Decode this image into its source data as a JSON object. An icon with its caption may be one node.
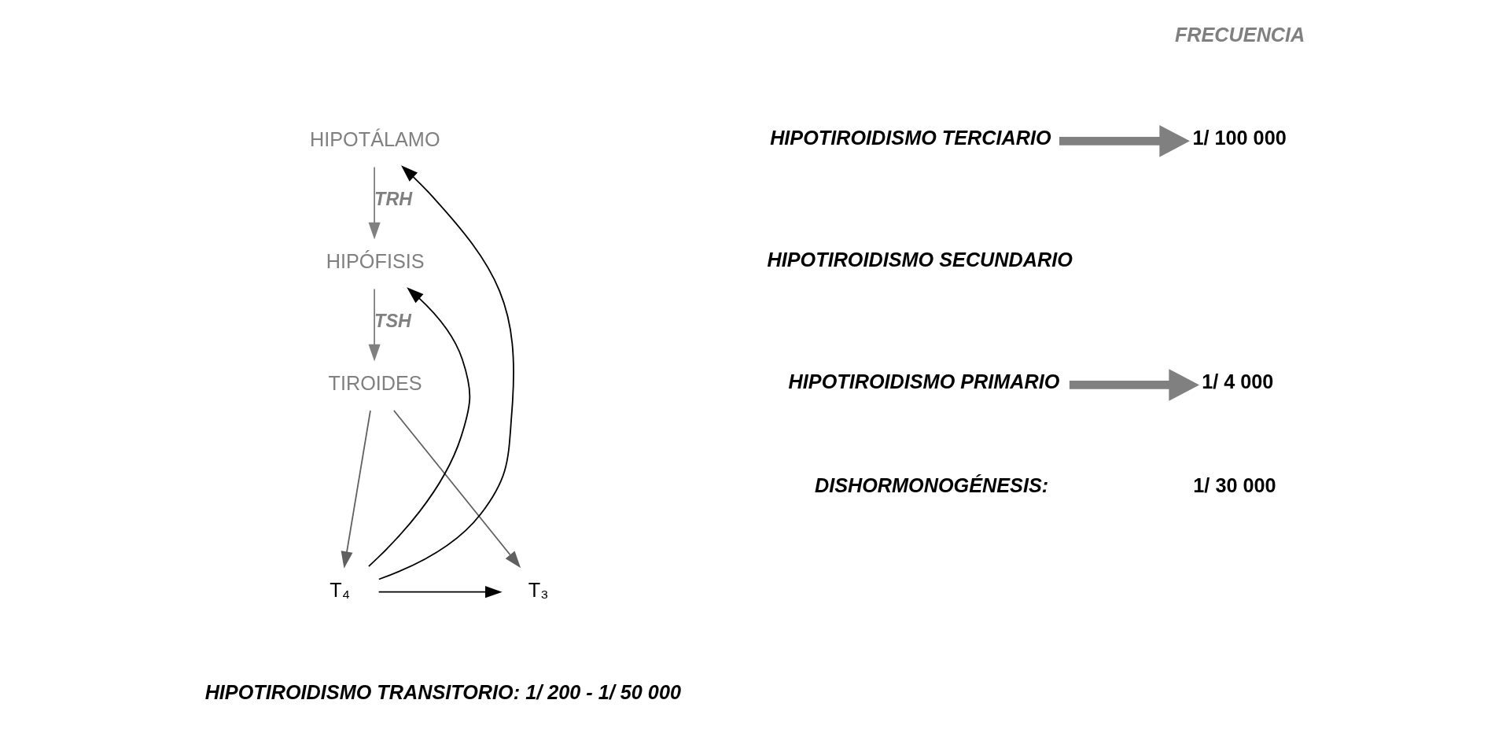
{
  "diagram": {
    "nodes": [
      {
        "text": [
          "HIPOTÁLAMO"
        ]
      },
      {
        "text": [
          "HIPÓFISIS"
        ]
      },
      {
        "text": [
          "TIROIDES"
        ]
      },
      {
        "text": [
          "T₄"
        ]
      },
      {
        "text": [
          "T₃"
        ]
      },
      {
        "text": [
          "HIPOTIROIDISMO TERCIARIO"
        ]
      },
      {
        "text": [
          "1/ 100 000"
        ]
      },
      {
        "text": [
          "HIPOTIROIDISMO PRIMARIO"
        ]
      },
      {
        "text": [
          "1/ 4 000"
        ]
      }
    ],
    "edges": [
      {
        "from": 0,
        "to": 1,
        "arrow": "to",
        "label": "TRH",
        "color": "#808080"
      },
      {
        "from": 1,
        "to": 2,
        "arrow": "to",
        "label": "TSH",
        "color": "#808080"
      },
      {
        "from": 2,
        "to": 3,
        "arrow": "to",
        "color": "#606060"
      },
      {
        "from": 2,
        "to": 4,
        "arrow": "to",
        "color": "#606060"
      },
      {
        "from": 3,
        "to": 4,
        "arrow": "to",
        "color": "#000000"
      },
      {
        "from": 3,
        "to": 0,
        "arrow": "to",
        "color": "#000000"
      },
      {
        "from": 3,
        "to": 1,
        "arrow": "to",
        "color": "#000000"
      },
      {
        "from": 5,
        "to": 6,
        "arrow": "to",
        "style": "thick",
        "color": "#808080"
      },
      {
        "from": 7,
        "to": 8,
        "arrow": "to",
        "style": "thick",
        "color": "#808080"
      }
    ],
    "labels": [
      "FRECUENCIA",
      "HIPOTIROIDISMO SECUNDARIO",
      "DISHORMONOGÉNESIS:",
      "1/ 30 000",
      "HIPOTIROIDISMO TRANSITORIO: 1/ 200 - 1/ 50 000"
    ]
  }
}
